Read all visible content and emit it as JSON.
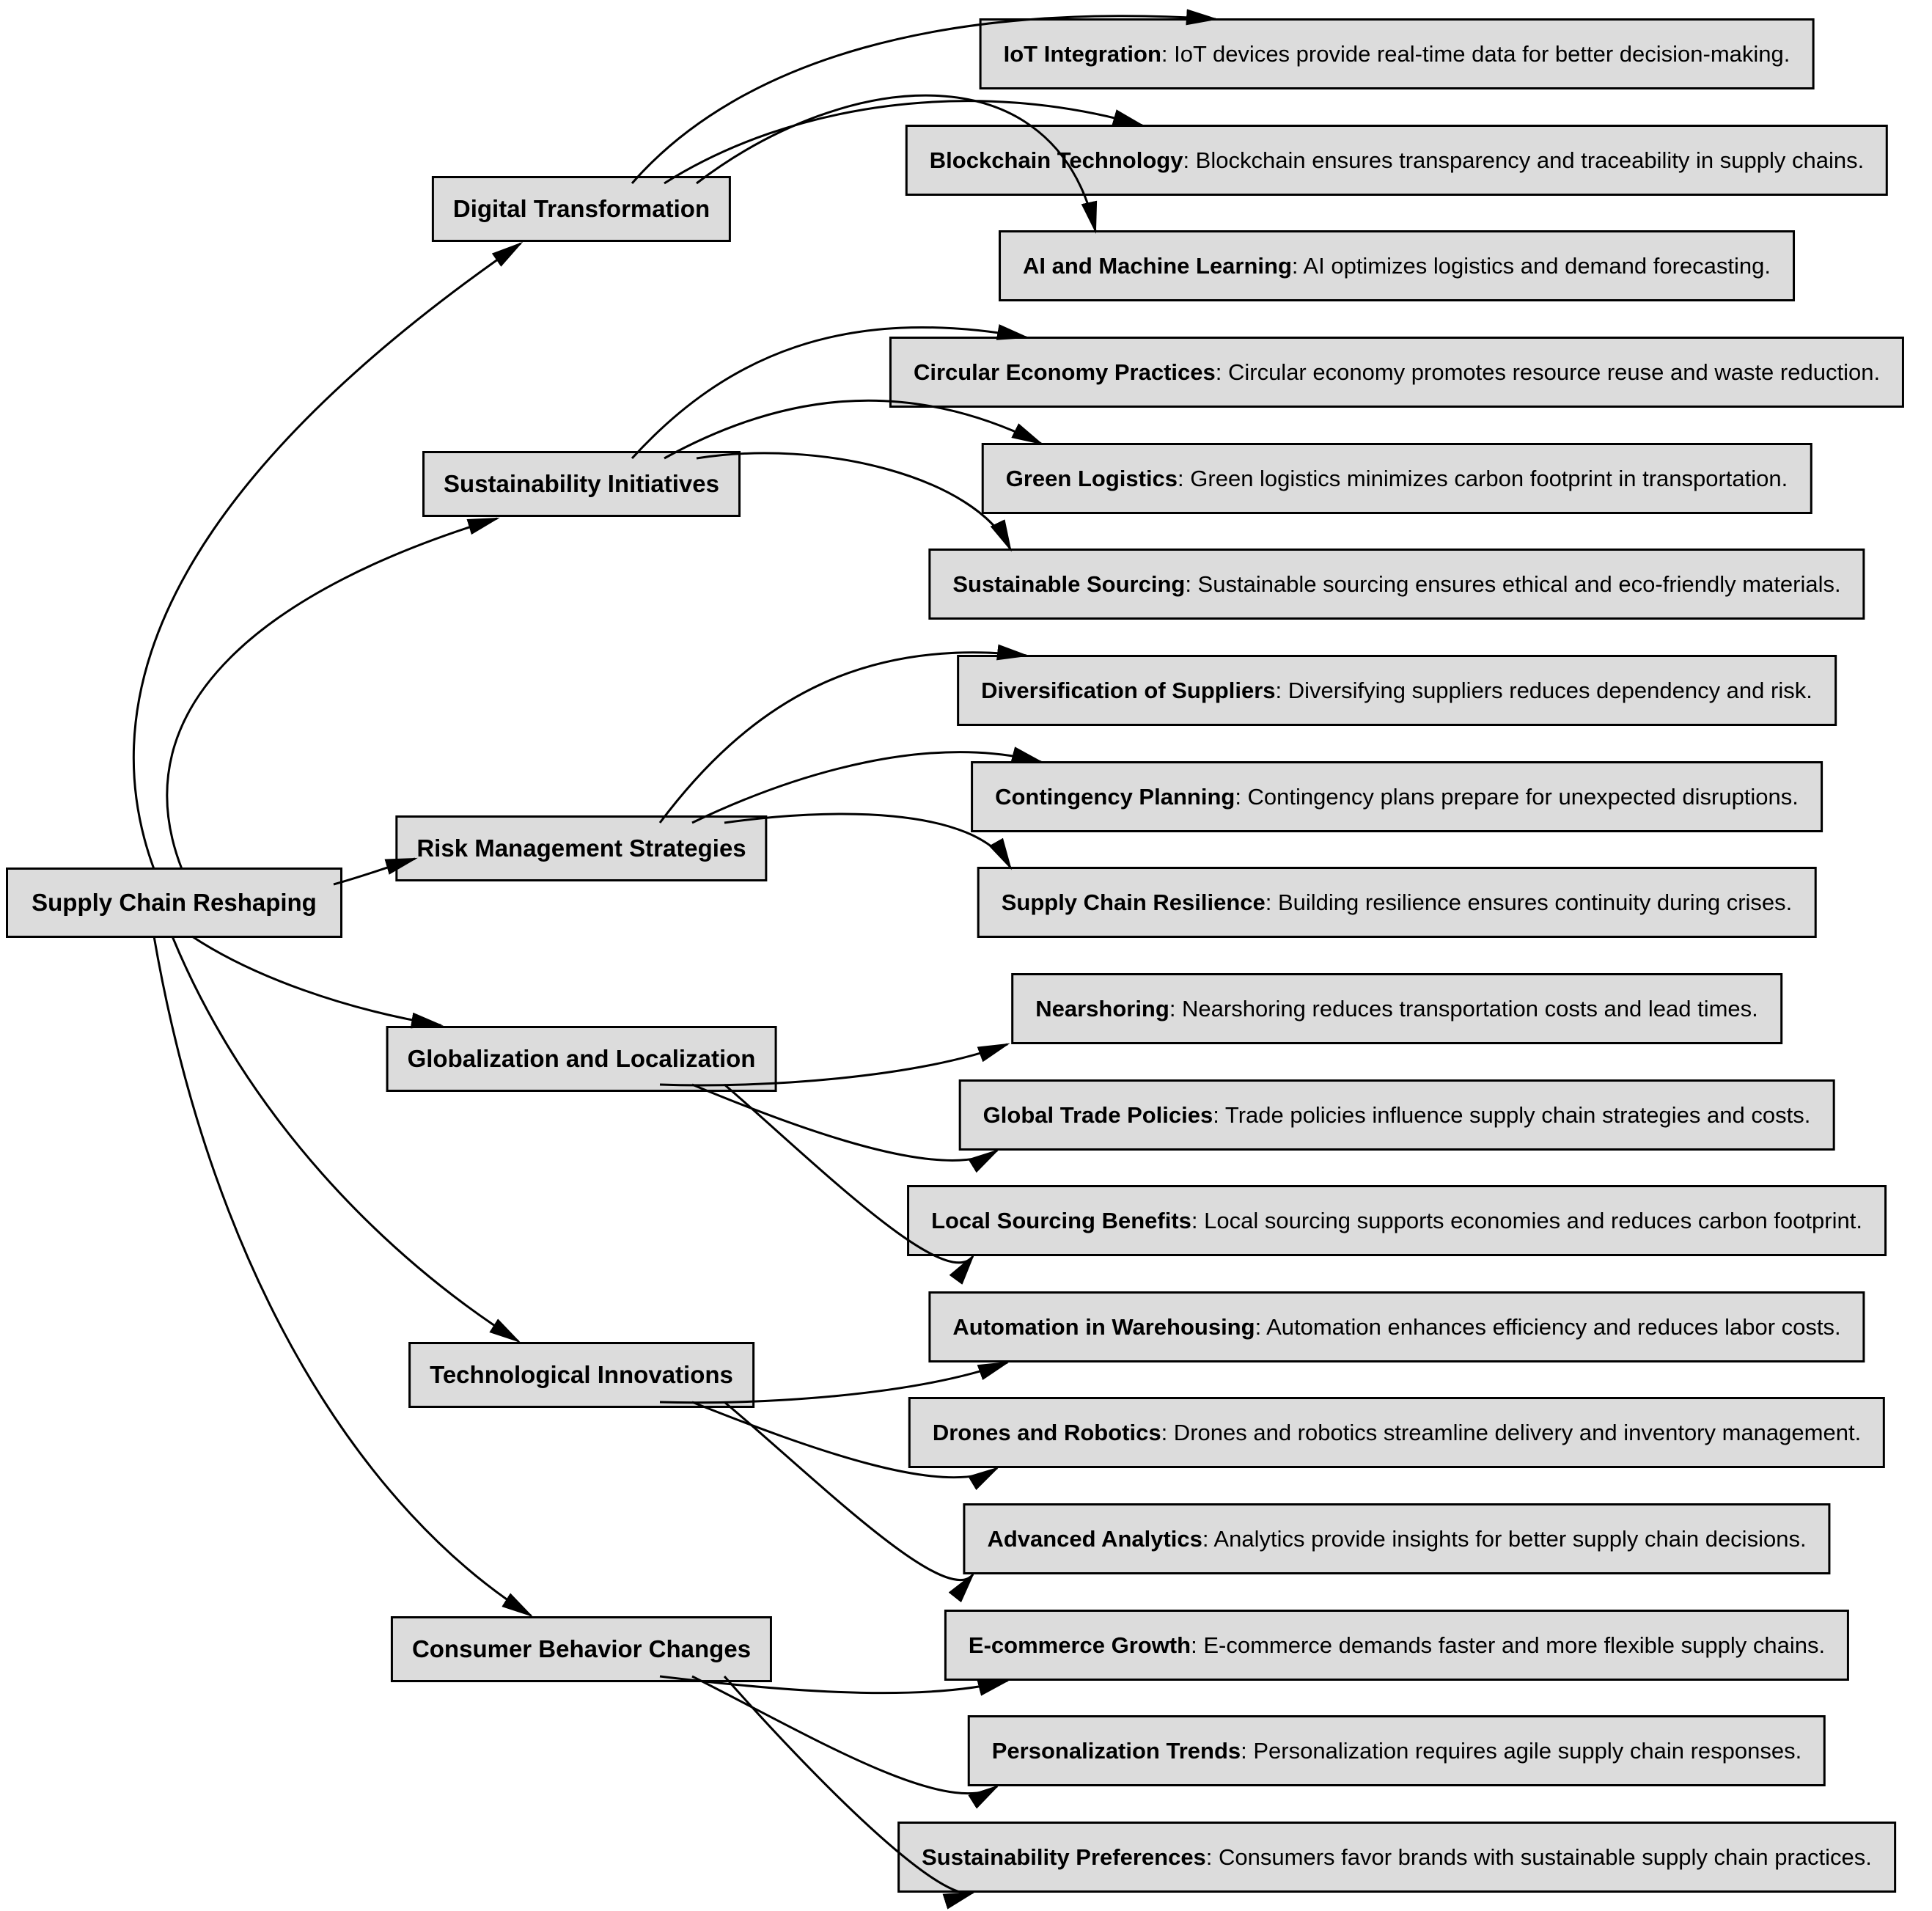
{
  "colors": {
    "node_fill": "#dcdcdc",
    "node_border": "#000000",
    "edge": "#000000",
    "background": "#ffffff",
    "text": "#000000"
  },
  "root": {
    "label": "Supply Chain Reshaping"
  },
  "categories": [
    {
      "label": "Digital Transformation",
      "children": [
        {
          "term": "IoT Integration",
          "desc": ": IoT devices provide real-time data for better decision-making."
        },
        {
          "term": "Blockchain Technology",
          "desc": " : Blockchain ensures transparency and traceability in supply chains."
        },
        {
          "term": "AI and Machine Learning",
          "desc": ": AI optimizes logistics and demand forecasting."
        }
      ]
    },
    {
      "label": "Sustainability Initiatives",
      "children": [
        {
          "term": "Circular Economy Practices",
          "desc": ": Circular economy promotes resource reuse and waste reduction."
        },
        {
          "term": "Green Logistics",
          "desc": ": Green logistics minimizes carbon footprint in transportation."
        },
        {
          "term": "Sustainable Sourcing",
          "desc": " : Sustainable sourcing ensures ethical and eco-friendly materials."
        }
      ]
    },
    {
      "label": "Risk Management Strategies",
      "children": [
        {
          "term": "Diversification of Suppliers",
          "desc": ": Diversifying suppliers reduces dependency and risk."
        },
        {
          "term": "Contingency Planning",
          "desc": " : Contingency plans prepare for unexpected disruptions."
        },
        {
          "term": "Supply Chain Resilience",
          "desc": " : Building resilience ensures continuity during crises."
        }
      ]
    },
    {
      "label": "Globalization and Localization",
      "children": [
        {
          "term": "Nearshoring",
          "desc": " : Nearshoring reduces transportation costs and lead times."
        },
        {
          "term": "Global Trade Policies",
          "desc": ": Trade policies influence supply chain strategies and costs."
        },
        {
          "term": "Local Sourcing Benefits",
          "desc": " : Local sourcing supports economies and reduces carbon footprint."
        }
      ]
    },
    {
      "label": "Technological Innovations",
      "children": [
        {
          "term": "Automation in Warehousing",
          "desc": ": Automation enhances efficiency and reduces labor costs."
        },
        {
          "term": "Drones and Robotics",
          "desc": " : Drones and robotics streamline delivery and inventory management."
        },
        {
          "term": "Advanced Analytics",
          "desc": " : Analytics provide insights for better supply chain decisions."
        }
      ]
    },
    {
      "label": "Consumer Behavior Changes",
      "children": [
        {
          "term": "E-commerce Growth",
          "desc": ": E-commerce demands faster and more flexible supply chains."
        },
        {
          "term": "Personalization Trends",
          "desc": " : Personalization requires agile supply chain responses."
        },
        {
          "term": "Sustainability Preferences",
          "desc": ": Consumers favor brands with sustainable supply chain practices."
        }
      ]
    }
  ]
}
